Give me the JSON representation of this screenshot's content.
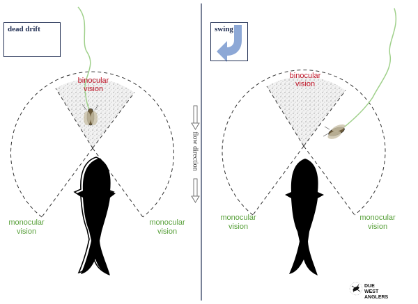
{
  "left_panel": {
    "title": "dead drift",
    "binocular": [
      "binocular",
      "vision"
    ],
    "monocular_left": [
      "monocular",
      "vision"
    ],
    "monocular_right": [
      "monocular",
      "vision"
    ]
  },
  "right_panel": {
    "title": "swing",
    "binocular": [
      "binocular",
      "vision"
    ],
    "monocular_left": [
      "monocular",
      "vision"
    ],
    "monocular_right": [
      "monocular",
      "vision"
    ]
  },
  "divider_label": "flow direction",
  "brand": [
    "DUE",
    "WEST",
    "ANGLERS"
  ],
  "colors": {
    "title_text": "#1f2d52",
    "arrow_fill": "#8da8d6",
    "binocular_text": "#c0192b",
    "monocular_text": "#58a03a",
    "fishing_line": "#9fd08a",
    "fish": "#000000"
  },
  "icons": {
    "title_arrow": "down-arrow-icon",
    "swing_arrow": "curved-arrow-icon",
    "fly": "fly-icon",
    "fish": "fish-icon",
    "logo": "due-west-anglers-logo"
  }
}
